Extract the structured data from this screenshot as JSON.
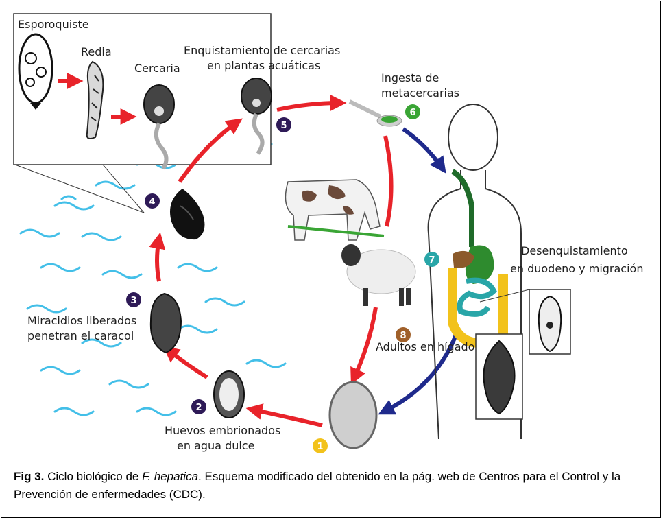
{
  "figure": {
    "labels": {
      "esporoquiste": "Esporoquiste",
      "redia": "Redia",
      "cercaria": "Cercaria",
      "enquistamiento_1": "Enquistamiento de cercarias",
      "enquistamiento_2": "en plantas acuáticas",
      "ingesta_1": "Ingesta de",
      "ingesta_2": "metacercarias",
      "desenquist_1": "Desenquistamiento",
      "desenquist_2": "en duodeno y migración",
      "miracidios_1": "Miracidios liberados",
      "miracidios_2": "penetran el caracol",
      "adultos": "Adultos en hígado",
      "huevos_1": "Huevos embrionados",
      "huevos_2": "en agua dulce"
    },
    "steps": [
      "1",
      "2",
      "3",
      "4",
      "5",
      "6",
      "7",
      "8"
    ],
    "colors": {
      "cycle_arrow": "#e8232a",
      "human_arrow": "#1f2a8c",
      "water": "#43bfe8",
      "step_purple": "#2e1a57",
      "step_green": "#3aa535",
      "step_teal": "#29a6a8",
      "step_brown": "#a0602a",
      "step_yellow": "#f2c21b"
    }
  },
  "caption": {
    "fig_num": "Fig 3.",
    "text_a": " Ciclo biológico de ",
    "species": "F. hepatica",
    "text_b": ". Esquema modificado del obtenido en la pág. web de Centros para el Control y la Prevención de enfermedades (CDC)."
  }
}
